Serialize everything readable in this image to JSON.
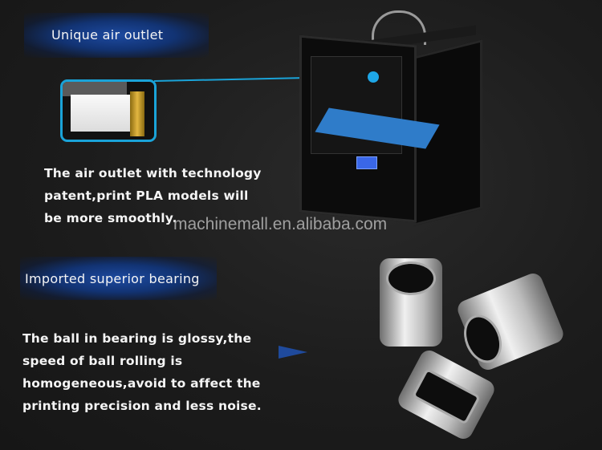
{
  "section1": {
    "title": "Unique air outlet",
    "description_lines": [
      "The air outlet with technology",
      "patent,print PLA models will",
      "be more smoothly."
    ],
    "accent_color": "#1aa3d8"
  },
  "watermark": "machinemall.en.alibaba.com",
  "section2": {
    "title": "Imported superior bearing",
    "description_lines": [
      "The ball in bearing is glossy,the",
      "speed of ball rolling is",
      "homogeneous,avoid to affect the",
      "printing precision and less noise."
    ],
    "arrow_color": "#1f4a9c"
  },
  "images": {
    "printer": "3d-printer-product-image",
    "nozzle_inset": "air-outlet-closeup",
    "bearings": "linear-bearings-product-image"
  }
}
